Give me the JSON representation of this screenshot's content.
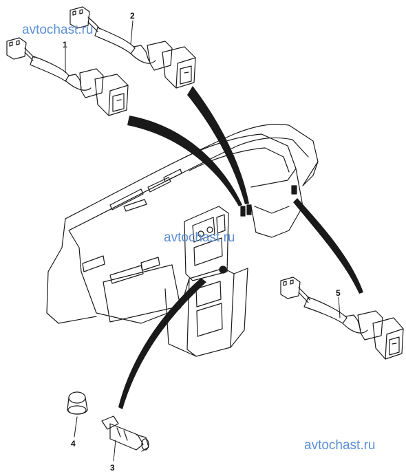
{
  "watermarks": {
    "top": "avtochast.ru",
    "middle": "avtochast.ru",
    "bottom": "avtochast.ru"
  },
  "callouts": {
    "c1": "1",
    "c2": "2",
    "c3": "3",
    "c4": "4",
    "c5": "5"
  },
  "colors": {
    "line": "#1a1a1a",
    "watermark": "#5b8fd6"
  }
}
